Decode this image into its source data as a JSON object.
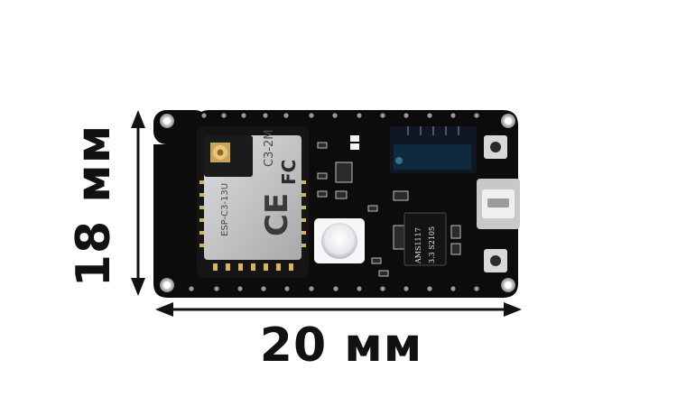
{
  "dimensions": {
    "height": "18 мм",
    "width": "20 мм"
  },
  "module": {
    "model": "C3-2M",
    "mark": "ESP-C3-13U",
    "ce": "CE",
    "fcc": "FC"
  },
  "regulator": {
    "line1": "AMS1117",
    "line2": "3.3  S2105"
  },
  "colors": {
    "board": "#0c0c0d",
    "shield": "#c9c9cb",
    "arrow": "#111111",
    "led": "#1e90ff"
  }
}
